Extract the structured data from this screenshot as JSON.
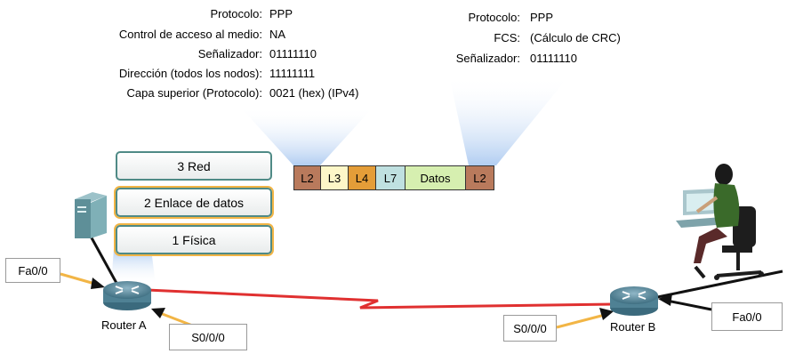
{
  "left_info": {
    "rows": [
      {
        "label": "Protocolo:",
        "value": "PPP"
      },
      {
        "label": "Control de acceso al medio:",
        "value": "NA"
      },
      {
        "label": "Señalizador:",
        "value": "01111110"
      },
      {
        "label": "Dirección (todos los nodos):",
        "value": "11111111"
      },
      {
        "label": "Capa superior (Protocolo):",
        "value": "0021 (hex) (IPv4)"
      }
    ]
  },
  "right_info": {
    "rows": [
      {
        "label": "Protocolo:",
        "value": "PPP"
      },
      {
        "label": "FCS:",
        "value": "(Cálculo de CRC)"
      },
      {
        "label": "Señalizador:",
        "value": "01111110"
      }
    ]
  },
  "layers": [
    "3 Red",
    "2 Enlace de datos",
    "1 Física"
  ],
  "frame": {
    "cells": [
      "L2",
      "L3",
      "L4",
      "L7",
      "Datos",
      "L2"
    ],
    "colors": [
      "#b97a5c",
      "#fdf7c8",
      "#e49d38",
      "#bfe0e0",
      "#d6efb0",
      "#b97a5c"
    ]
  },
  "routers": {
    "a_name": "Router A",
    "b_name": "Router B"
  },
  "ports": {
    "a_fa": "Fa0/0",
    "a_serial": "S0/0/0",
    "b_serial": "S0/0/0",
    "b_fa": "Fa0/0"
  },
  "colors": {
    "serial_link": "#e03030",
    "pointer_arrow": "#f2b545",
    "highlight_beam": "#a9c8f0"
  }
}
